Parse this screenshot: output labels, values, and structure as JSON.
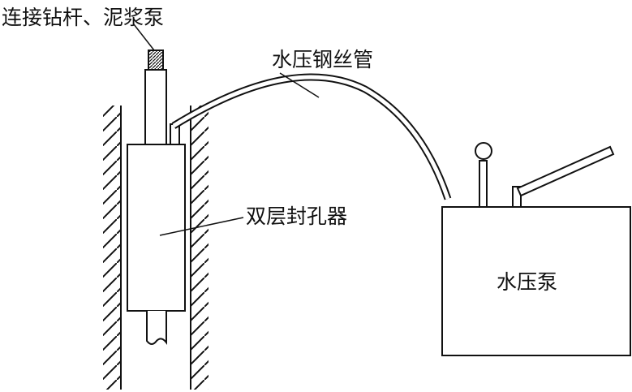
{
  "labels": {
    "drill_rod": "连接钻杆、泥浆泵",
    "steel_hose": "水压钢丝管",
    "packer": "双层封孔器",
    "pump": "水压泵"
  },
  "colors": {
    "line": "#111111",
    "background": "#ffffff"
  }
}
